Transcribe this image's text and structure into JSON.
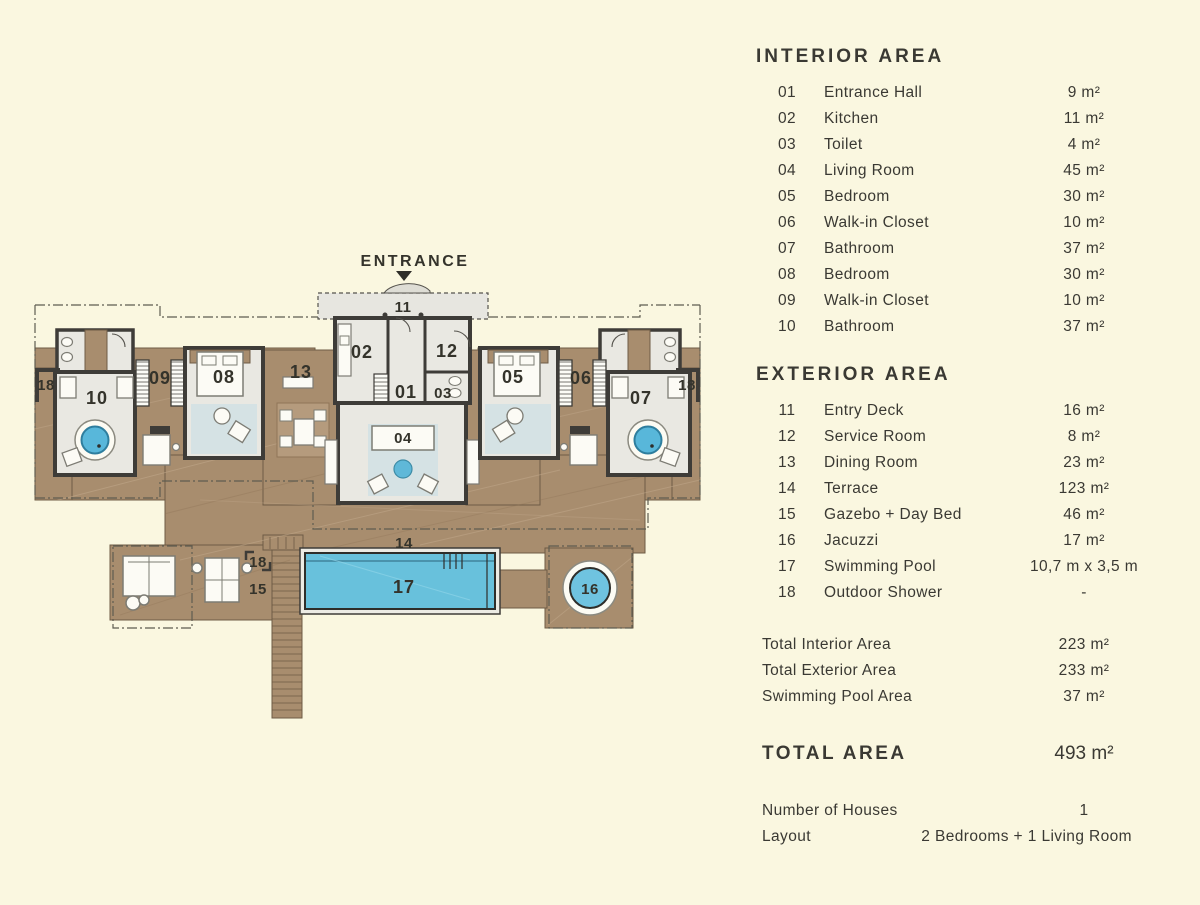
{
  "plan": {
    "entrance": "ENTRANCE",
    "labels": {
      "r01": "01",
      "r02": "02",
      "r03": "03",
      "r04": "04",
      "r05": "05",
      "r06": "06",
      "r07": "07",
      "r08": "08",
      "r09": "09",
      "r10": "10",
      "r11": "11",
      "r12": "12",
      "r13": "13",
      "r14": "14",
      "r15": "15",
      "r16": "16",
      "r17": "17",
      "r18": "18"
    }
  },
  "legend": {
    "interior": {
      "title": "INTERIOR AREA",
      "rows": [
        {
          "num": "01",
          "name": "Entrance Hall",
          "value": "9 m²"
        },
        {
          "num": "02",
          "name": "Kitchen",
          "value": "11 m²"
        },
        {
          "num": "03",
          "name": "Toilet",
          "value": "4 m²"
        },
        {
          "num": "04",
          "name": "Living Room",
          "value": "45 m²"
        },
        {
          "num": "05",
          "name": "Bedroom",
          "value": "30 m²"
        },
        {
          "num": "06",
          "name": "Walk-in Closet",
          "value": "10 m²"
        },
        {
          "num": "07",
          "name": "Bathroom",
          "value": "37 m²"
        },
        {
          "num": "08",
          "name": "Bedroom",
          "value": "30 m²"
        },
        {
          "num": "09",
          "name": "Walk-in Closet",
          "value": "10 m²"
        },
        {
          "num": "10",
          "name": "Bathroom",
          "value": "37 m²"
        }
      ]
    },
    "exterior": {
      "title": "EXTERIOR AREA",
      "rows": [
        {
          "num": "11",
          "name": "Entry Deck",
          "value": "16 m²"
        },
        {
          "num": "12",
          "name": "Service  Room",
          "value": "8 m²"
        },
        {
          "num": "13",
          "name": "Dining Room",
          "value": "23 m²"
        },
        {
          "num": "14",
          "name": "Terrace",
          "value": "123 m²"
        },
        {
          "num": "15",
          "name": "Gazebo + Day Bed",
          "value": "46 m²"
        },
        {
          "num": "16",
          "name": "Jacuzzi",
          "value": "17 m²"
        },
        {
          "num": "17",
          "name": "Swimming Pool",
          "value": "10,7 m x 3,5 m"
        },
        {
          "num": "18",
          "name": "Outdoor Shower",
          "value": "-"
        }
      ]
    },
    "totals": [
      {
        "label": "Total Interior Area",
        "value": "223 m²"
      },
      {
        "label": "Total Exterior Area",
        "value": "233 m²"
      },
      {
        "label": "Swimming Pool Area",
        "value": "37 m²"
      }
    ],
    "total_area": {
      "label": "TOTAL AREA",
      "value": "493 m²"
    },
    "info": [
      {
        "label": "Number of Houses",
        "value": "1"
      },
      {
        "label": "Layout",
        "value": "2 Bedrooms + 1 Living Room"
      }
    ]
  },
  "colors": {
    "background": "#FAF7E0",
    "wood_deck": "#A88D6E",
    "room_floor": "#E9E8E2",
    "wall": "#3E3C38",
    "pool_water": "#68C1DC",
    "rug": "#D5E2E4",
    "text": "#3A3933"
  }
}
